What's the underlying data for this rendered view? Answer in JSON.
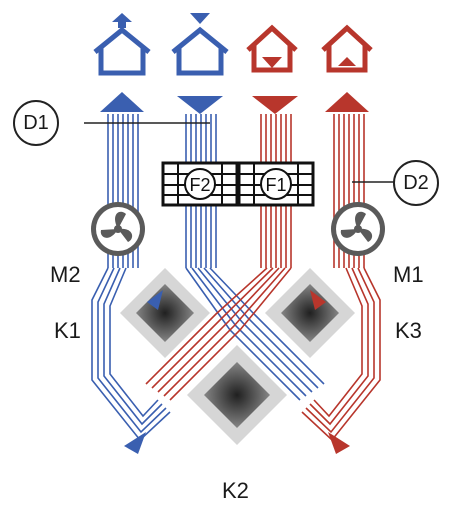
{
  "labels": {
    "d1": "D1",
    "d2": "D2",
    "f1": "F1",
    "f2": "F2",
    "m1": "M1",
    "m2": "M2",
    "k1": "K1",
    "k2": "K2",
    "k3": "K3"
  },
  "colors": {
    "blue": "#3a5fb0",
    "red": "#b8362c",
    "fan": "#5a5a5a",
    "filter": "#111111"
  },
  "icons": [
    "house-icon",
    "arrow-up-icon",
    "arrow-down-icon",
    "fan-icon",
    "filter-icon",
    "heat-exchanger-icon"
  ]
}
